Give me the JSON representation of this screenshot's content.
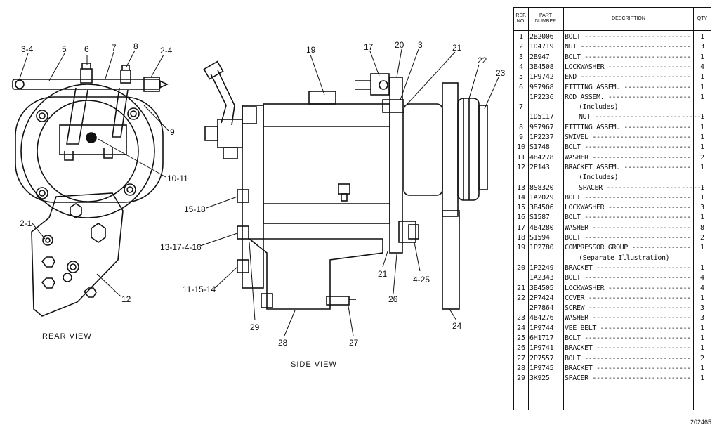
{
  "diagram": {
    "rear_view_caption": "REAR VIEW",
    "side_view_caption": "SIDE VIEW",
    "callouts": {
      "c3_4": "3-4",
      "c5": "5",
      "c6": "6",
      "c7": "7",
      "c8": "8",
      "c2_4": "2-4",
      "c9": "9",
      "c10_11": "10-11",
      "c2_1": "2-1",
      "c12": "12",
      "c19": "19",
      "c17": "17",
      "c20": "20",
      "c3": "3",
      "c21a": "21",
      "c22": "22",
      "c23": "23",
      "c15_18": "15-18",
      "c13_17_4_16": "13-17-4-16",
      "c11_15_14": "11-15-14",
      "c29": "29",
      "c28": "28",
      "c27": "27",
      "c21b": "21",
      "c26": "26",
      "c4_25": "4-25",
      "c24": "24"
    }
  },
  "table": {
    "headers": {
      "ref": "REF. NO.",
      "part": "PART NUMBER",
      "desc": "DESCRIPTION",
      "qty": "QTY"
    },
    "rows": [
      {
        "ref": "1",
        "part": "2B2006",
        "desc": "BOLT",
        "qty": "1"
      },
      {
        "ref": "2",
        "part": "1D4719",
        "desc": "NUT",
        "qty": "3"
      },
      {
        "ref": "3",
        "part": "2B947",
        "desc": "BOLT",
        "qty": "1"
      },
      {
        "ref": "4",
        "part": "3B4508",
        "desc": "LOCKWASHER",
        "qty": "4"
      },
      {
        "ref": "5",
        "part": "1P9742",
        "desc": "END",
        "qty": "1"
      },
      {
        "ref": "6",
        "part": "9S7968",
        "desc": "FITTING ASSEM.",
        "qty": "1"
      },
      {
        "ref": "",
        "part": "1P2236",
        "desc": "ROD ASSEM.",
        "qty": "1"
      },
      {
        "ref": "7",
        "part": "",
        "desc": "(Includes)",
        "qty": "",
        "indent": true
      },
      {
        "ref": "",
        "part": "1D5117",
        "desc": "NUT",
        "qty": "1",
        "indent": true
      },
      {
        "ref": "8",
        "part": "9S7967",
        "desc": "FITTING ASSEM.",
        "qty": "1"
      },
      {
        "ref": "9",
        "part": "1P2237",
        "desc": "SWIVEL",
        "qty": "1"
      },
      {
        "ref": "10",
        "part": "S1748",
        "desc": "BOLT",
        "qty": "1"
      },
      {
        "ref": "11",
        "part": "4B4278",
        "desc": "WASHER",
        "qty": "2"
      },
      {
        "ref": "12",
        "part": "2P143",
        "desc": "BRACKET ASSEM.",
        "qty": "1"
      },
      {
        "ref": "",
        "part": "",
        "desc": "(Includes)",
        "qty": "",
        "indent": true
      },
      {
        "ref": "13",
        "part": "8S8320",
        "desc": "SPACER",
        "qty": "1",
        "indent": true
      },
      {
        "ref": "14",
        "part": "1A2029",
        "desc": "BOLT",
        "qty": "1"
      },
      {
        "ref": "15",
        "part": "3B4506",
        "desc": "LOCKWASHER",
        "qty": "3"
      },
      {
        "ref": "16",
        "part": "S1587",
        "desc": "BOLT",
        "qty": "1"
      },
      {
        "ref": "17",
        "part": "4B4280",
        "desc": "WASHER",
        "qty": "8"
      },
      {
        "ref": "18",
        "part": "S1594",
        "desc": "BOLT",
        "qty": "2"
      },
      {
        "ref": "19",
        "part": "1P2780",
        "desc": "COMPRESSOR GROUP",
        "qty": "1"
      },
      {
        "ref": "",
        "part": "",
        "desc": "(Separate Illustration)",
        "qty": "",
        "indent": true
      },
      {
        "ref": "20",
        "part": "1P2249",
        "desc": "BRACKET",
        "qty": "1"
      },
      {
        "ref": "",
        "part": "1A2343",
        "desc": "BOLT",
        "qty": "4"
      },
      {
        "ref": "21",
        "part": "3B4505",
        "desc": "LOCKWASHER",
        "qty": "4"
      },
      {
        "ref": "22",
        "part": "2P7424",
        "desc": "COVER",
        "qty": "1"
      },
      {
        "ref": "",
        "part": "2P7864",
        "desc": "SCREW",
        "qty": "3"
      },
      {
        "ref": "23",
        "part": "4B4276",
        "desc": "WASHER",
        "qty": "3"
      },
      {
        "ref": "24",
        "part": "1P9744",
        "desc": "VEE BELT",
        "qty": "1"
      },
      {
        "ref": "25",
        "part": "6H1717",
        "desc": "BOLT",
        "qty": "1"
      },
      {
        "ref": "26",
        "part": "1P9741",
        "desc": "BRACKET",
        "qty": "1"
      },
      {
        "ref": "27",
        "part": "2P7557",
        "desc": "BOLT",
        "qty": "2"
      },
      {
        "ref": "28",
        "part": "1P9745",
        "desc": "BRACKET",
        "qty": "1"
      },
      {
        "ref": "29",
        "part": "3K925",
        "desc": "SPACER",
        "qty": "1"
      }
    ]
  },
  "figure_number": "202465"
}
